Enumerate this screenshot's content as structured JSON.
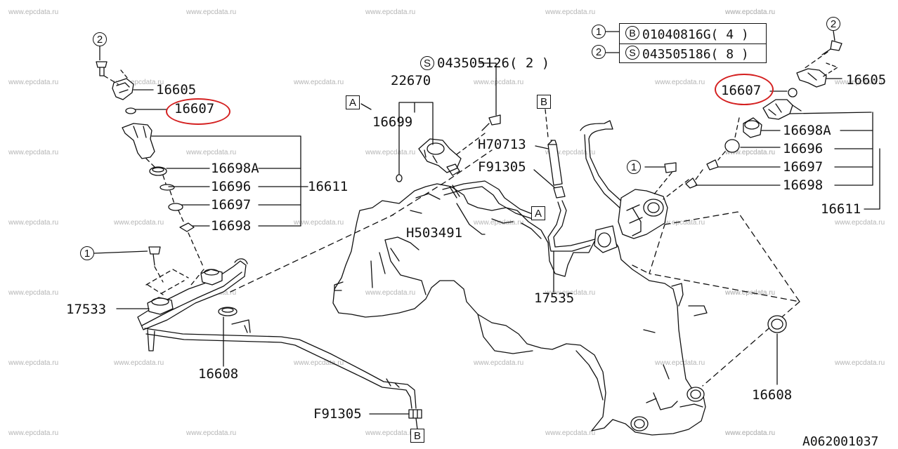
{
  "watermark": "www.epcdata.ru",
  "diagram_code": "A062001037",
  "legend": [
    {
      "num": "1",
      "type": "B",
      "part": "01040816G",
      "qty": "( 4 )"
    },
    {
      "num": "2",
      "type": "S",
      "part": "043505186",
      "qty": "( 8 )"
    }
  ],
  "screw_spec": {
    "type": "S",
    "text": "043505126( 2 )"
  },
  "ref": {
    "A": "A",
    "B": "B",
    "one": "1",
    "two": "2"
  },
  "parts": {
    "p16605": "16605",
    "p16607": "16607",
    "p16698A": "16698A",
    "p16696": "16696",
    "p16697": "16697",
    "p16698": "16698",
    "p16611": "16611",
    "p17533": "17533",
    "p16608": "16608",
    "pF91305": "F91305",
    "p22670": "22670",
    "p16699": "16699",
    "pH70713": "H70713",
    "pH503491": "H503491",
    "p17535": "17535"
  },
  "colors": {
    "highlight": "#d42020",
    "ink": "#111111",
    "watermark": "#b5b5b5"
  }
}
